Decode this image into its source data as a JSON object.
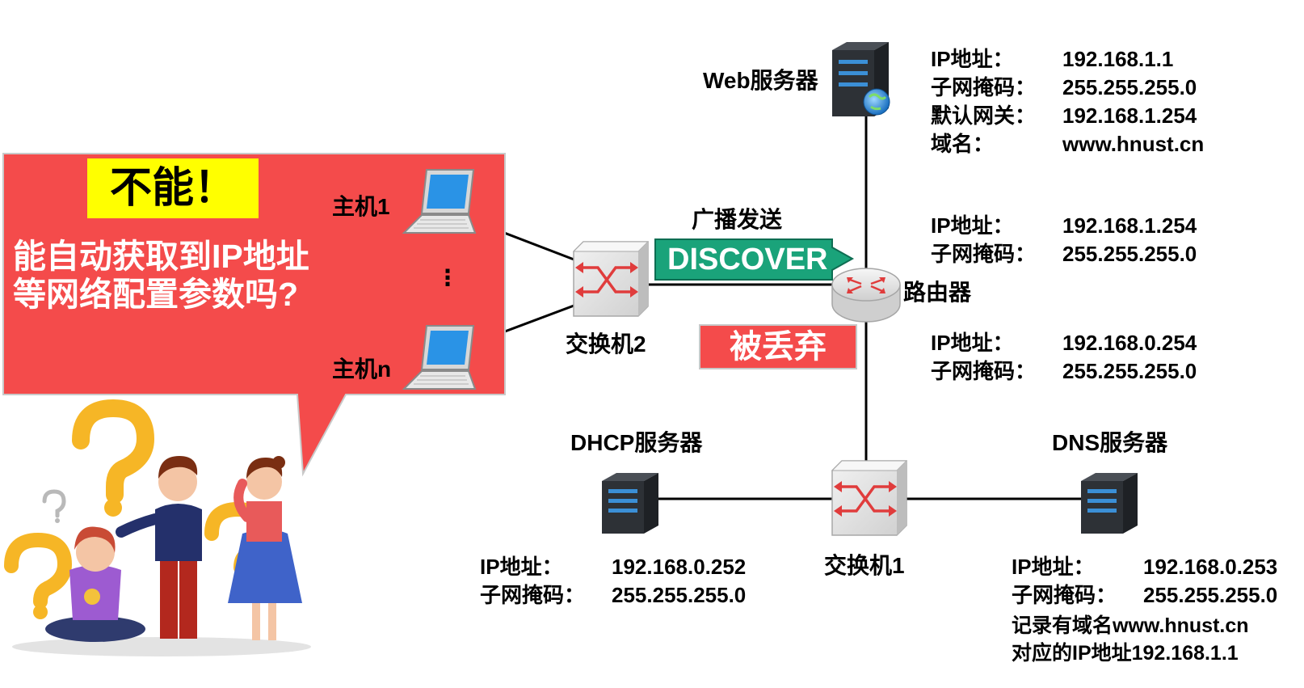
{
  "bubble": {
    "answer": "不能！",
    "question_line1": "能自动获取到IP地址",
    "question_line2": "等网络配置参数吗?"
  },
  "hosts": {
    "host1_label": "主机1",
    "hostn_label": "主机n",
    "ellipsis": "⋮"
  },
  "switch2": {
    "label": "交换机2"
  },
  "switch1": {
    "label": "交换机1"
  },
  "broadcast": {
    "title": "广播发送",
    "message": "DISCOVER"
  },
  "dropped": {
    "label": "被丢弃"
  },
  "router": {
    "label": "路由器",
    "top_interface": [
      {
        "k": "IP地址：",
        "v": "192.168.1.254"
      },
      {
        "k": "子网掩码：",
        "v": "255.255.255.0"
      }
    ],
    "bottom_interface": [
      {
        "k": "IP地址：",
        "v": "192.168.0.254"
      },
      {
        "k": "子网掩码：",
        "v": "255.255.255.0"
      }
    ]
  },
  "web_server": {
    "label": "Web服务器",
    "info": [
      {
        "k": "IP地址：",
        "v": "192.168.1.1"
      },
      {
        "k": "子网掩码：",
        "v": "255.255.255.0"
      },
      {
        "k": "默认网关：",
        "v": "192.168.1.254"
      },
      {
        "k": "域名：",
        "v": "www.hnust.cn"
      }
    ]
  },
  "dhcp_server": {
    "label": "DHCP服务器",
    "info": [
      {
        "k": "IP地址：",
        "v": "192.168.0.252"
      },
      {
        "k": "子网掩码：",
        "v": "255.255.255.0"
      }
    ]
  },
  "dns_server": {
    "label": "DNS服务器",
    "info": [
      {
        "k": "IP地址：",
        "v": "192.168.0.253"
      },
      {
        "k": "子网掩码：",
        "v": "255.255.255.0"
      }
    ],
    "record_line1": "记录有域名www.hnust.cn",
    "record_line2": "对应的IP地址192.168.1.1"
  },
  "colors": {
    "bubble_red": "#f44b4b",
    "highlight_yellow": "#ffff00",
    "discover_green": "#1aa37a",
    "server_dark": "#2d3136",
    "server_blue_led": "#3b8fd6"
  }
}
